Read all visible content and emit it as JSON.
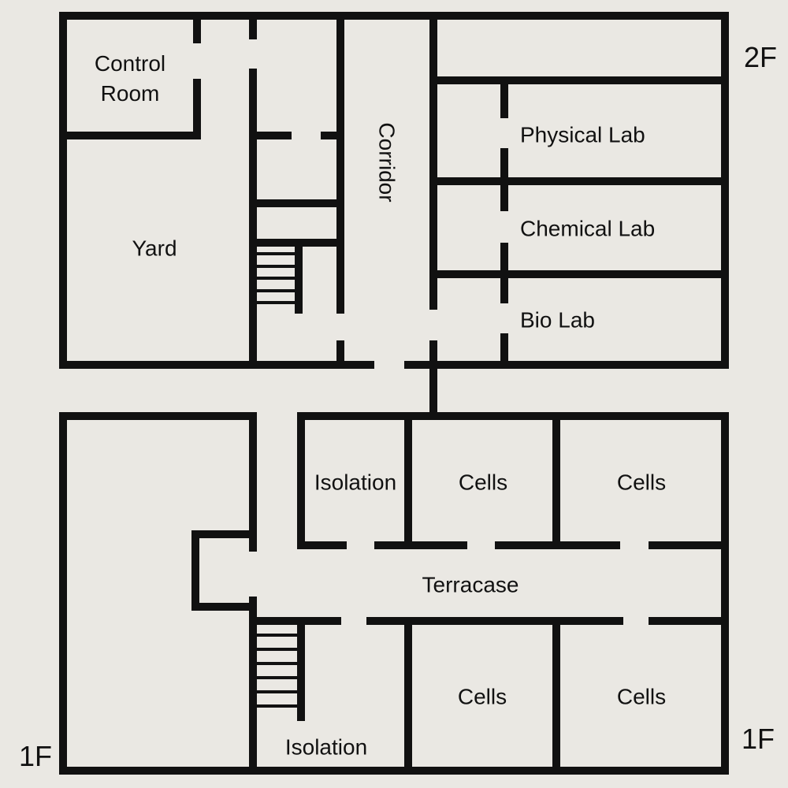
{
  "floors": {
    "upper": "2F",
    "lower_left": "1F",
    "lower_right": "1F"
  },
  "rooms_2f": {
    "control_room": "Control\nRoom",
    "yard": "Yard",
    "corridor": "Corridor",
    "physical_lab": "Physical Lab",
    "chemical_lab": "Chemical Lab",
    "bio_lab": "Bio Lab"
  },
  "rooms_1f": {
    "isolation_top": "Isolation",
    "cells_top_1": "Cells",
    "cells_top_2": "Cells",
    "terrace": "Terracase",
    "cells_bottom_1": "Cells",
    "cells_bottom_2": "Cells",
    "isolation_bottom": "Isolation"
  },
  "colors": {
    "background": "#eae8e3",
    "wall": "#111111"
  }
}
